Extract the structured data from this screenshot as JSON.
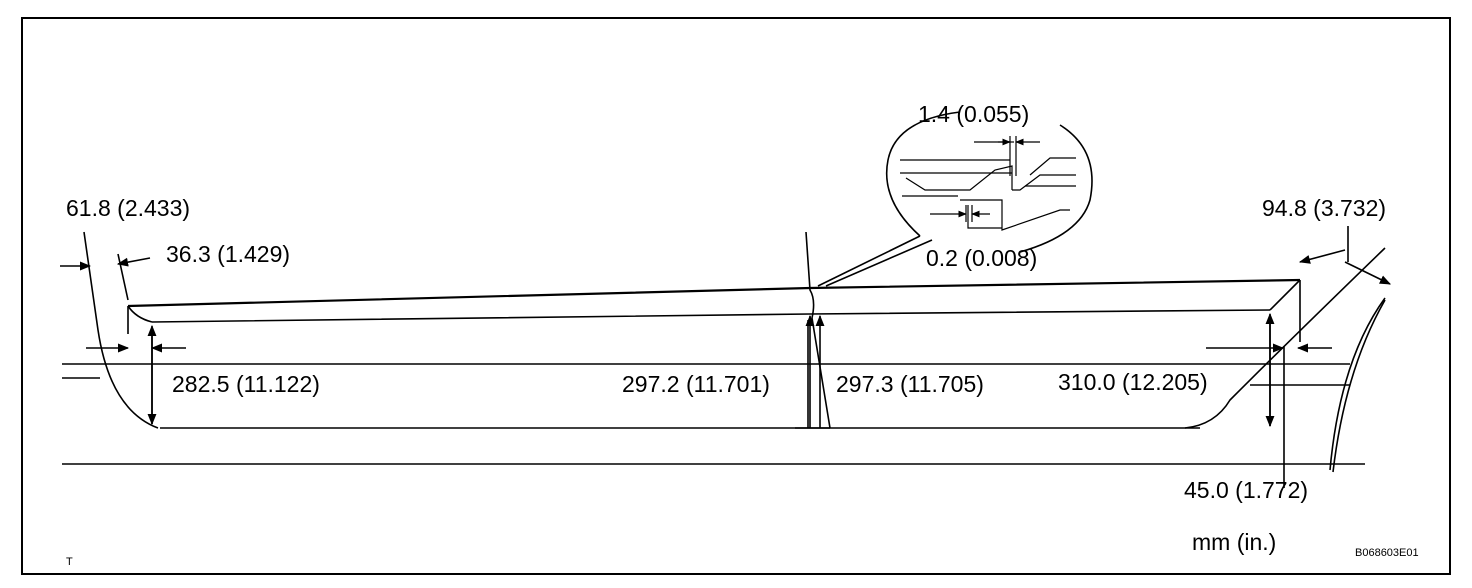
{
  "dimensions": {
    "d_61_8": "61.8 (2.433)",
    "d_36_3": "36.3 (1.429)",
    "d_1_4": "1.4 (0.055)",
    "d_0_2": "0.2 (0.008)",
    "d_94_8": "94.8 (3.732)",
    "d_282_5": "282.5 (11.122)",
    "d_297_2": "297.2 (11.701)",
    "d_297_3": "297.3 (11.705)",
    "d_310_0": "310.0 (12.205)",
    "d_45_0": "45.0 (1.772)"
  },
  "unit_label": "mm (in.)",
  "corner_mark": "T",
  "figure_code": "B068603E01"
}
